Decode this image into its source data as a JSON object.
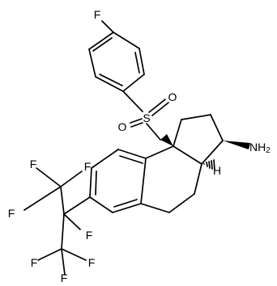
{
  "structure": {
    "atom_labels": {
      "fluoro_aryl": "F",
      "sulfur": "S",
      "oxygen_left": "O",
      "oxygen_right": "O",
      "amine": "NH",
      "amine_subscript": "2",
      "stereo_hydrogen": "H",
      "fluoro_1": "F",
      "fluoro_2": "F",
      "fluoro_3": "F",
      "fluoro_4": "F",
      "fluoro_5": "F",
      "fluoro_6": "F",
      "fluoro_7": "F"
    }
  }
}
